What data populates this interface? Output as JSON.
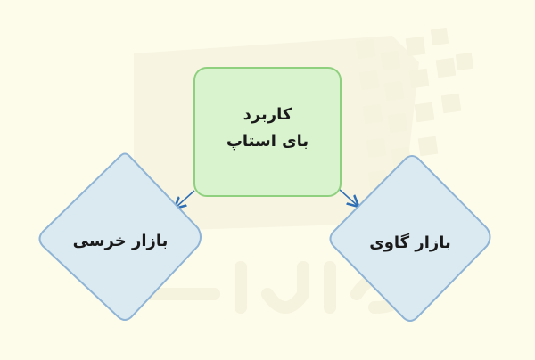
{
  "diagram": {
    "root": {
      "line1": "کاربرد",
      "line2": "بای استاپ"
    },
    "left": {
      "label": "بازار خرسی"
    },
    "right": {
      "label": "بازار گاوی"
    },
    "watermark": {
      "text": "فرادرس"
    },
    "colors": {
      "background": "#fdfbea",
      "root_fill": "#d9f3cf",
      "root_stroke": "#8fd07f",
      "diamond_fill": "#dbeaf1",
      "diamond_stroke": "#8fb4d6",
      "arrow": "#2f6fb5"
    }
  }
}
